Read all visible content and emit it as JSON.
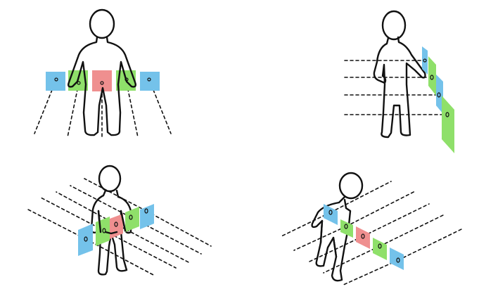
{
  "colors": {
    "blue": "#74c2ea",
    "green": "#8fe06a",
    "red": "#ef8f8f",
    "ink": "#111111"
  },
  "scenes": [
    {
      "view": "front",
      "panel_order": [
        "blue",
        "green",
        "red",
        "green",
        "blue"
      ]
    },
    {
      "view": "side",
      "panel_order": [
        "blue",
        "green",
        "blue",
        "green"
      ]
    },
    {
      "view": "three-quarter",
      "panel_order": [
        "blue",
        "green",
        "red",
        "green",
        "blue"
      ]
    },
    {
      "view": "three-quarter-bending",
      "panel_order": [
        "blue",
        "green",
        "red",
        "green",
        "blue"
      ]
    }
  ]
}
